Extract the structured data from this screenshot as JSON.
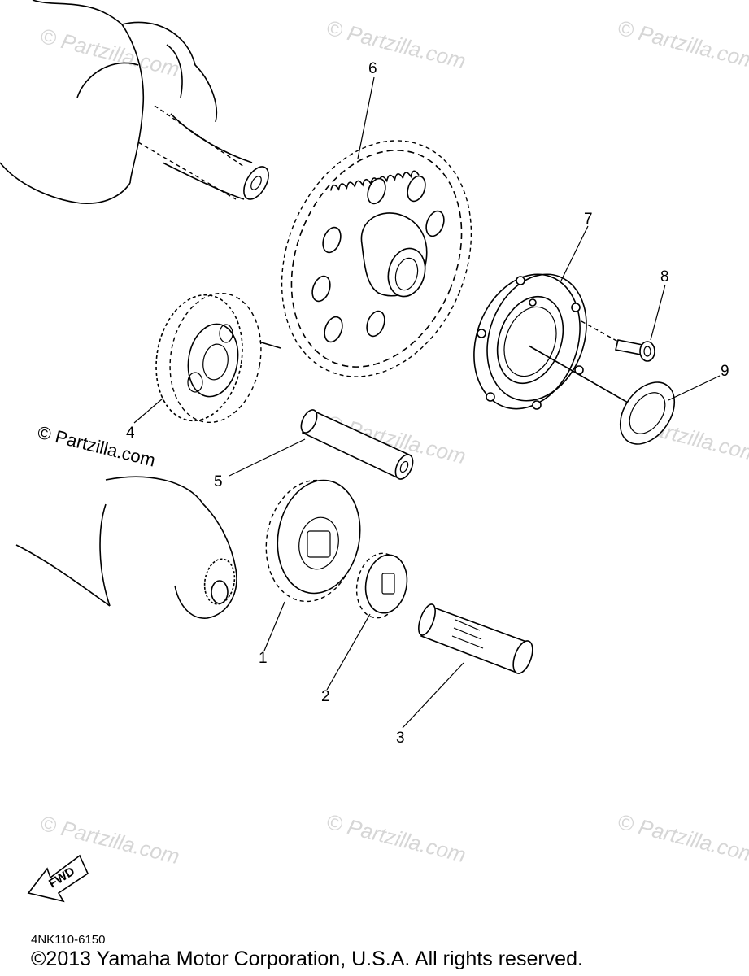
{
  "callouts": [
    "1",
    "2",
    "3",
    "4",
    "5",
    "6",
    "7",
    "8",
    "9"
  ],
  "watermark": "© Partzilla.com",
  "fwd_label": "FWD",
  "diagram_code": "4NK110-6150",
  "copyright": "©2013 Yamaha Motor Corporation, U.S.A. All rights reserved."
}
